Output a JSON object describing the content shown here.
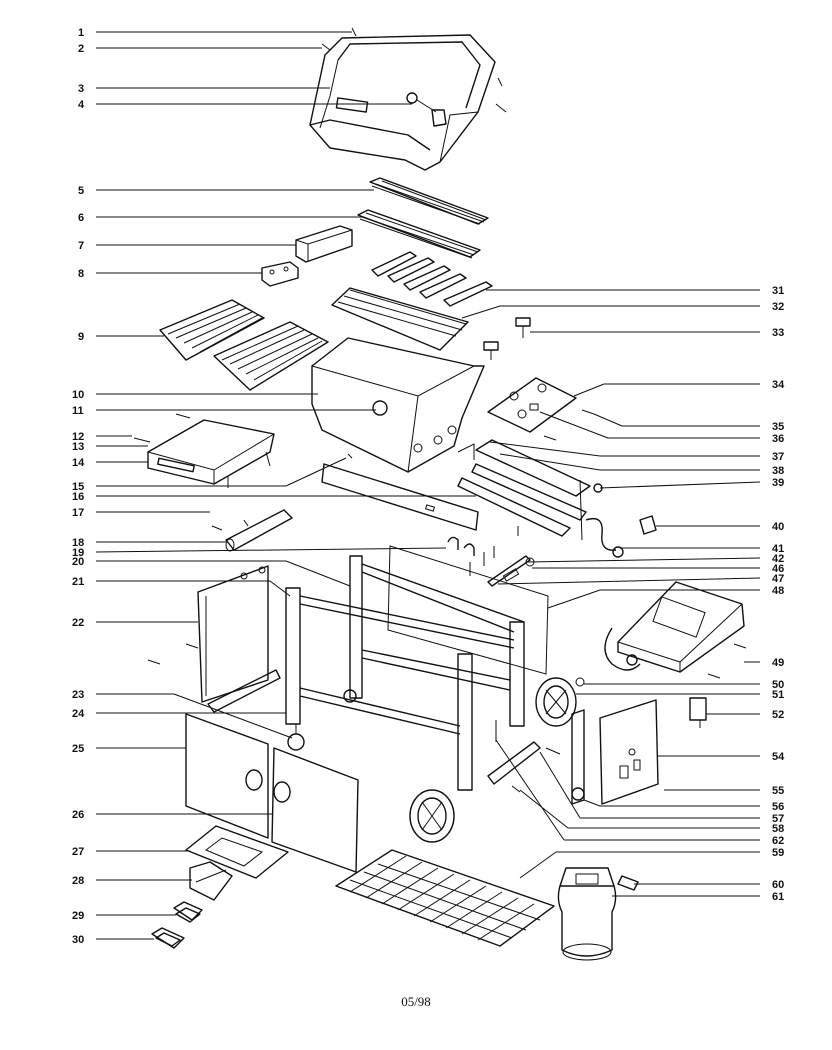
{
  "footer": {
    "date_code": "05/98"
  },
  "callouts": [
    {
      "label": "1"
    },
    {
      "label": "2"
    },
    {
      "label": "3"
    },
    {
      "label": "4"
    },
    {
      "label": "5"
    },
    {
      "label": "6"
    },
    {
      "label": "7"
    },
    {
      "label": "8"
    },
    {
      "label": "9"
    },
    {
      "label": "10"
    },
    {
      "label": "11"
    },
    {
      "label": "12"
    },
    {
      "label": "13"
    },
    {
      "label": "14"
    },
    {
      "label": "15"
    },
    {
      "label": "16"
    },
    {
      "label": "17"
    },
    {
      "label": "18"
    },
    {
      "label": "19"
    },
    {
      "label": "20"
    },
    {
      "label": "21"
    },
    {
      "label": "22"
    },
    {
      "label": "23"
    },
    {
      "label": "24"
    },
    {
      "label": "25"
    },
    {
      "label": "26"
    },
    {
      "label": "27"
    },
    {
      "label": "28"
    },
    {
      "label": "29"
    },
    {
      "label": "30"
    },
    {
      "label": "31"
    },
    {
      "label": "32"
    },
    {
      "label": "33"
    },
    {
      "label": "34"
    },
    {
      "label": "35"
    },
    {
      "label": "36"
    },
    {
      "label": "37"
    },
    {
      "label": "38"
    },
    {
      "label": "39"
    },
    {
      "label": "40"
    },
    {
      "label": "41"
    },
    {
      "label": "42"
    },
    {
      "label": "46"
    },
    {
      "label": "47"
    },
    {
      "label": "48"
    },
    {
      "label": "49"
    },
    {
      "label": "50"
    },
    {
      "label": "51"
    },
    {
      "label": "52"
    },
    {
      "label": "54"
    },
    {
      "label": "55"
    },
    {
      "label": "56"
    },
    {
      "label": "57"
    },
    {
      "label": "58"
    },
    {
      "label": "62"
    },
    {
      "label": "59"
    },
    {
      "label": "60"
    },
    {
      "label": "61"
    }
  ]
}
